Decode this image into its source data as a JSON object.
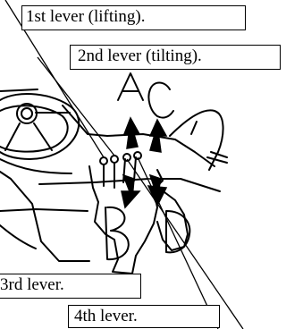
{
  "labels": {
    "lever_1": "1st lever (lifting).",
    "lever_2": "2nd lever (tilting).",
    "lever_3": "3rd lever.",
    "lever_4": "4th lever."
  },
  "letters": {
    "a": "A",
    "b": "B",
    "c": "C",
    "d": "D"
  },
  "colors": {
    "line": "#000000",
    "background": "#ffffff"
  }
}
